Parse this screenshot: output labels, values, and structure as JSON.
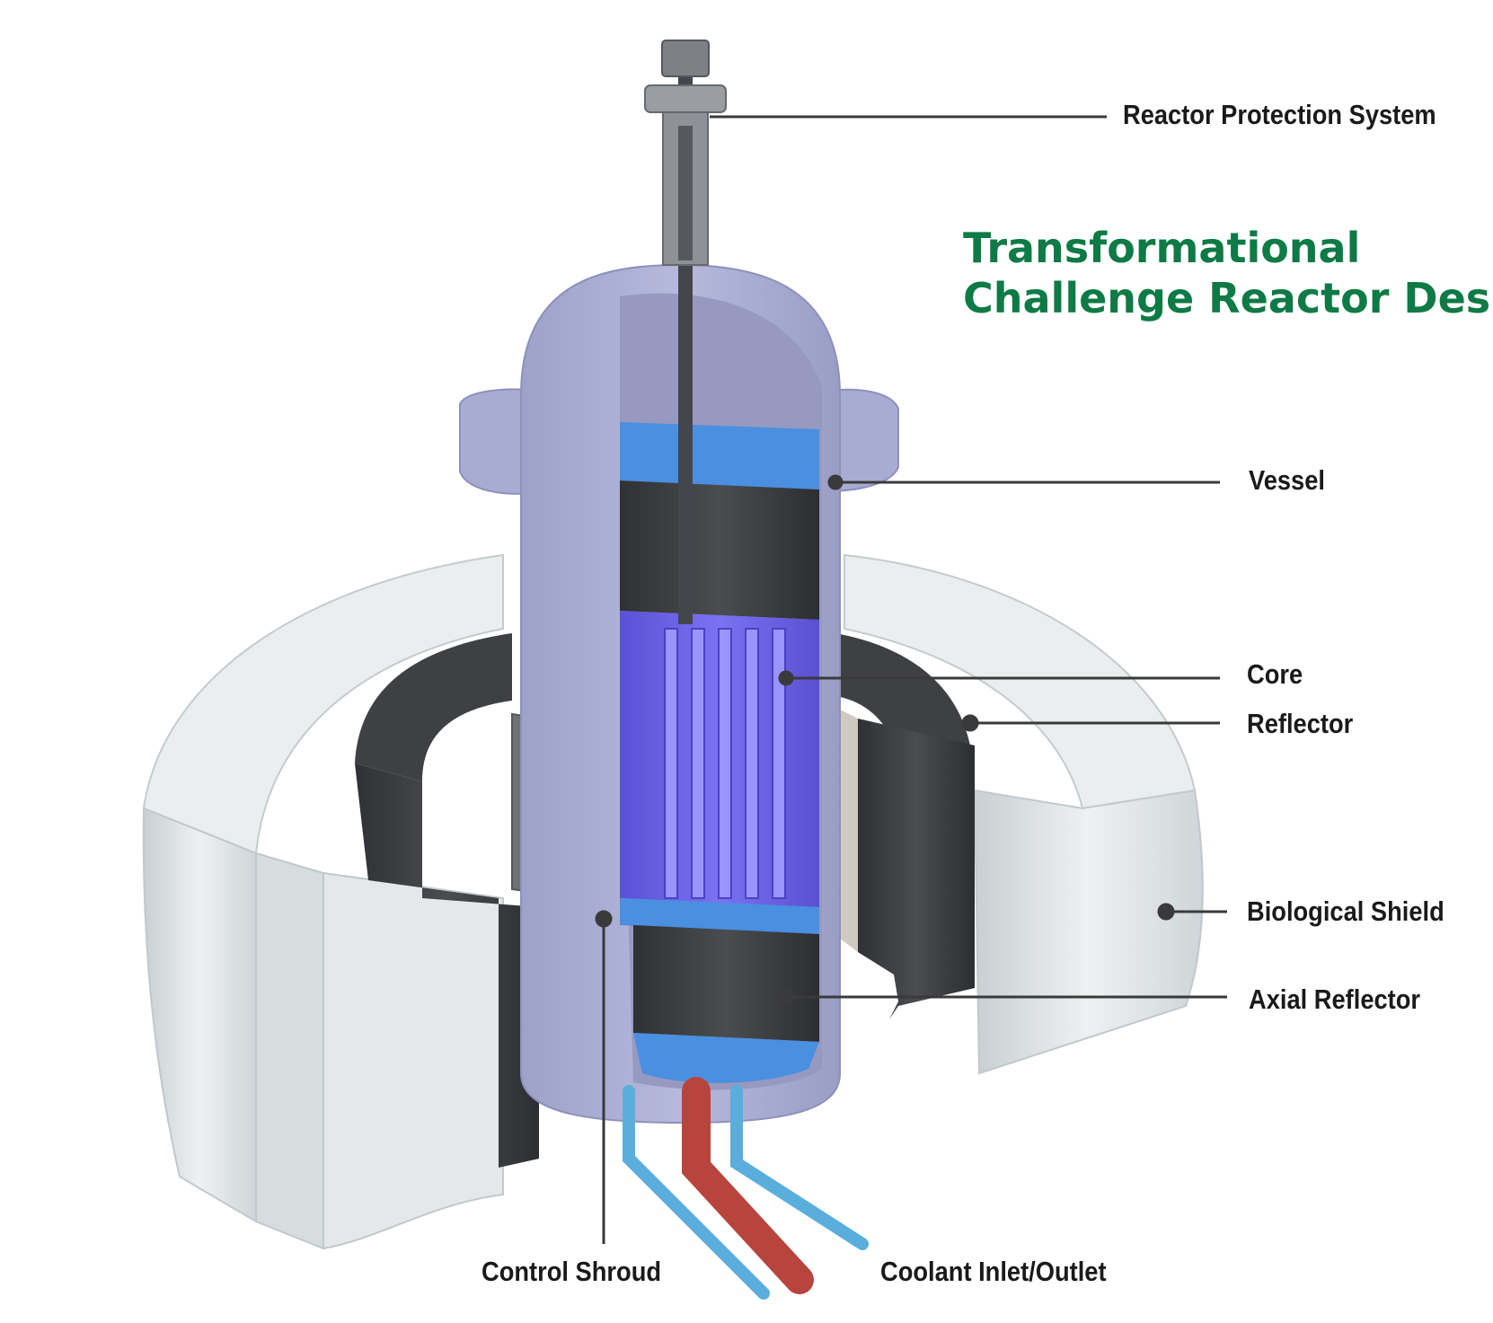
{
  "title": {
    "line1": "Transformational",
    "line2": "Challenge Reactor Design"
  },
  "labels": {
    "reactor_protection_system": "Reactor Protection System",
    "vessel": "Vessel",
    "core": "Core",
    "reflector": "Reflector",
    "biological_shield": "Biological Shield",
    "axial_reflector": "Axial Reflector",
    "control_shroud": "Control Shroud",
    "coolant_inlet_outlet": "Coolant Inlet/Outlet"
  },
  "colors": {
    "title": "#0e7a45",
    "label_text": "#1a1a1a",
    "leader_line": "#3a3a3a",
    "vessel": "#a7aacf",
    "moderator_blue": "#4a8fe0",
    "core_purple": "#6b62e8",
    "reflector_dark": "#3b3d40",
    "shield_light": "#dfe3e5",
    "coolant_red": "#b8443e",
    "coolant_blue": "#5aaedc"
  },
  "icons": [
    "reactor-vessel-icon",
    "biological-shield-icon",
    "coolant-pipe-icon"
  ]
}
